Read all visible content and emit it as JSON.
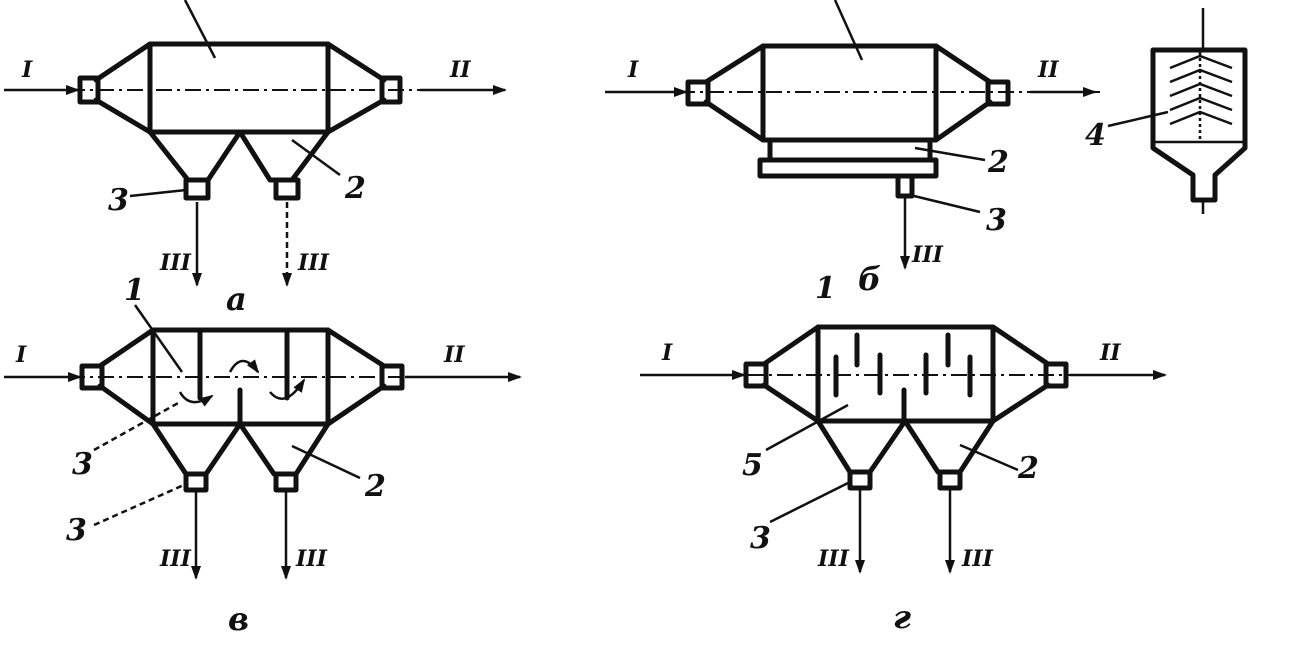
{
  "labels": {
    "inflow": "I",
    "outflow": "II",
    "discharge": "III",
    "n1": "1",
    "n2": "2",
    "n3": "3",
    "n4": "4",
    "n5": "5"
  },
  "captions": {
    "a": "а",
    "b": "б",
    "v": "в",
    "g": "г"
  },
  "colors": {
    "ink": "#111111",
    "paper": "#ffffff"
  }
}
